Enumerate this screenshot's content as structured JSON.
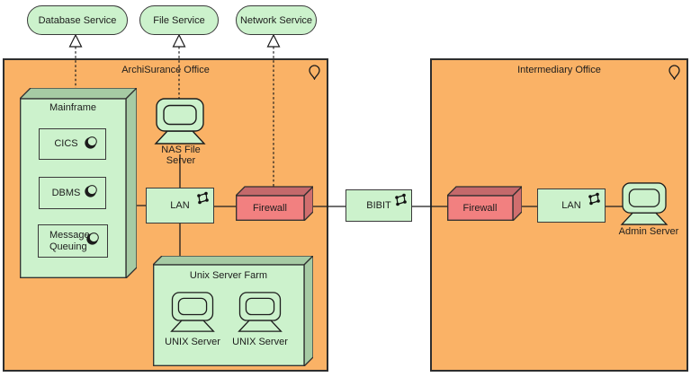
{
  "diagram": {
    "services": [
      {
        "label": "Database Service"
      },
      {
        "label": "File Service"
      },
      {
        "label": "Network Service"
      }
    ],
    "offices": [
      {
        "title": "ArchiSurance Office"
      },
      {
        "title": "Intermediary Office"
      }
    ],
    "mainframe": {
      "title": "Mainframe",
      "components": [
        {
          "label": "CICS"
        },
        {
          "label": "DBMS"
        },
        {
          "label": "Message Queuing"
        }
      ]
    },
    "devices": {
      "nas_file_server": {
        "label": "NAS File Server"
      },
      "admin_server": {
        "label": "Admin Server"
      }
    },
    "networks": {
      "lan_left": {
        "label": "LAN"
      },
      "bibit": {
        "label": "BIBIT"
      },
      "lan_right": {
        "label": "LAN"
      }
    },
    "firewalls": [
      {
        "label": "Firewall"
      },
      {
        "label": "Firewall"
      }
    ],
    "unix_farm": {
      "title": "Unix Server Farm",
      "servers": [
        {
          "label": "UNIX Server"
        },
        {
          "label": "UNIX Server"
        }
      ]
    },
    "colors": {
      "location_orange": "#FAB266",
      "element_green": "#CCF2CC",
      "shade_green": "#A6CBA4",
      "firewall_red": "#F28080",
      "firewall_red_shade": "#C4696B",
      "firewall_red_side": "#D06E6E",
      "line_black": "#1c1c1c"
    }
  }
}
